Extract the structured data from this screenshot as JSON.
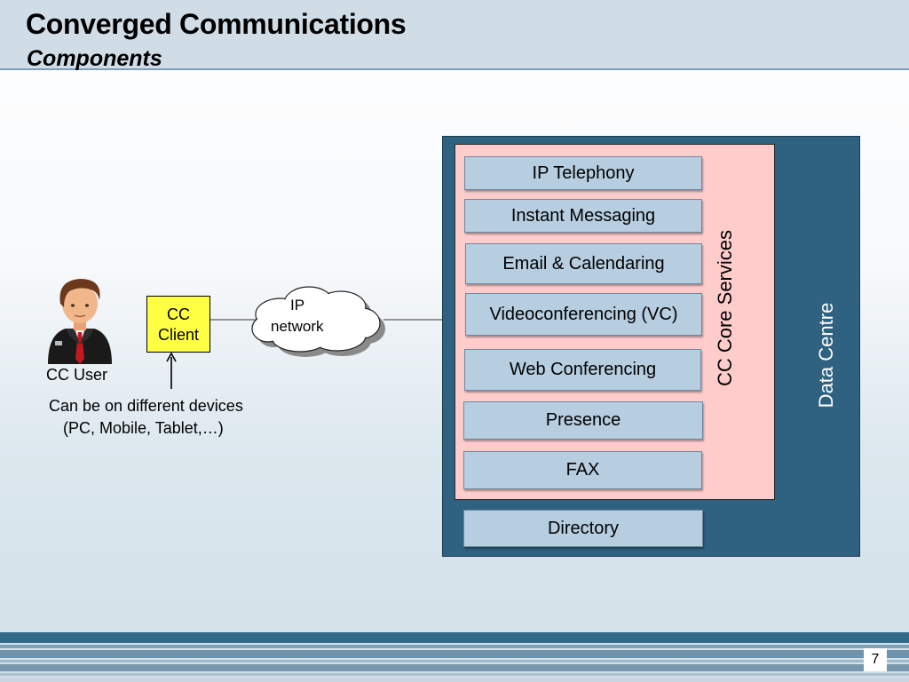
{
  "slide": {
    "title": "Converged Communications",
    "subtitle": "Components",
    "page_number": "7"
  },
  "diagram": {
    "user_label": "CC User",
    "devices_note_line1": "Can be on different devices",
    "devices_note_line2": "(PC, Mobile, Tablet,…)",
    "client_line1": "CC",
    "client_line2": "Client",
    "network_line1": "IP",
    "network_line2": "network",
    "core_services_label": "CC Core Services",
    "data_centre_label": "Data Centre",
    "services": [
      "IP Telephony",
      "Instant Messaging",
      "Email & Calendaring",
      "Videoconferencing (VC)",
      "Web Conferencing",
      "Presence",
      "FAX"
    ],
    "directory_label": "Directory"
  },
  "colors": {
    "data_centre": "#2f6181",
    "core_services": "#ffcccc",
    "service_box": "#b7cde0",
    "client_box": "#ffff44",
    "header": "#d0dde6"
  },
  "icons": [
    "businessman-icon",
    "cloud-icon",
    "arrow-up-icon"
  ]
}
